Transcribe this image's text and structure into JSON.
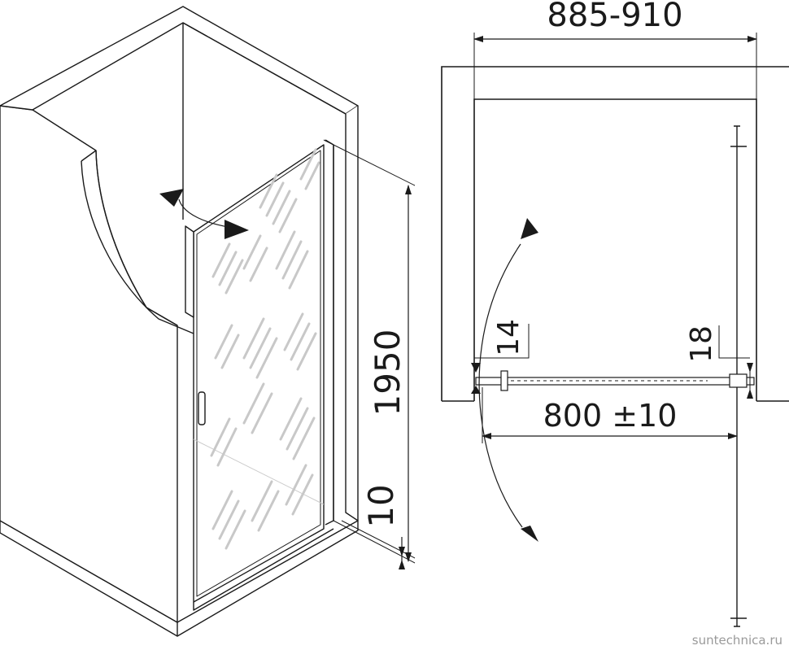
{
  "iso_view": {
    "height_label": "1950",
    "gap_label": "10"
  },
  "plan_view": {
    "opening_width_label": "885-910",
    "door_width_label": "800 ±10",
    "left_profile_label": "14",
    "right_profile_label": "18"
  },
  "watermark": "suntechnica.ru",
  "colors": {
    "line": "#1a1a1a",
    "glass_pattern": "#c8c8c8",
    "wall": "#ffffff"
  }
}
